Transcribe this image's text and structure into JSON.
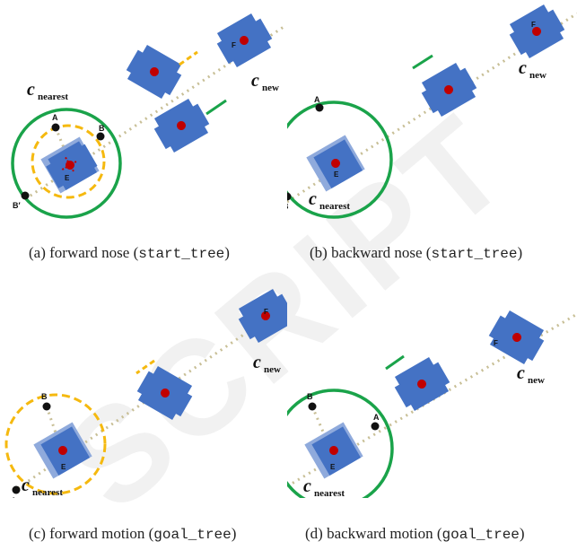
{
  "watermark": "SCRIPT",
  "labels": {
    "c": "c",
    "nearest": "nearest",
    "new": "new",
    "A": "A",
    "B": "B",
    "B_prime": "B′",
    "E": "E",
    "F": "F"
  },
  "colors": {
    "green": "#1aa34a",
    "orange": "#f5b90f",
    "robot": "#4472c4",
    "robot_light": "#8faadc",
    "red": "#c00000",
    "path": "#c8bf96"
  },
  "captions": [
    {
      "prefix": "(a)  forward nose (",
      "mono": "start_tree",
      "suffix": ")"
    },
    {
      "prefix": "(b)  backward nose (",
      "mono": "start_tree",
      "suffix": ")"
    },
    {
      "prefix": "(c)  forward motion (",
      "mono": "goal_tree",
      "suffix": ")"
    },
    {
      "prefix": "(d)  backward motion (",
      "mono": "goal_tree",
      "suffix": ")"
    }
  ]
}
